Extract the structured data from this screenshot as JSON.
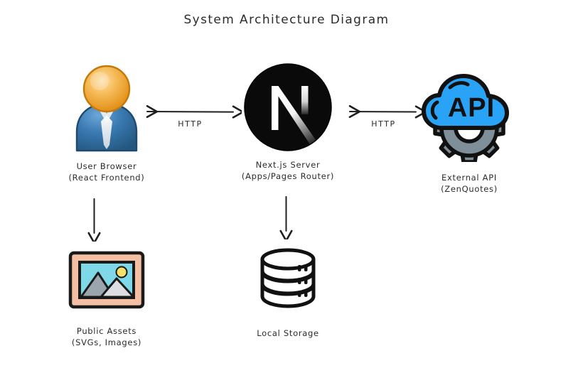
{
  "title": "System Architecture Diagram",
  "nodes": [
    {
      "id": "user-browser",
      "icon": "user-avatar-icon",
      "label": "User Browser\n(React Frontend)"
    },
    {
      "id": "nextjs-server",
      "icon": "nextjs-logo-icon",
      "label": "Next.js Server\n(Apps/Pages Router)"
    },
    {
      "id": "external-api",
      "icon": "api-cloud-gear-icon",
      "label": "External API\n(ZenQuotes)"
    },
    {
      "id": "public-assets",
      "icon": "image-picture-icon",
      "label": "Public Assets\n(SVGs, Images)"
    },
    {
      "id": "local-storage",
      "icon": "database-cylinder-icon",
      "label": "Local Storage"
    }
  ],
  "edges": [
    {
      "id": "browser-server",
      "from": "user-browser",
      "to": "nextjs-server",
      "label": "HTTP",
      "direction": "bidirectional"
    },
    {
      "id": "server-api",
      "from": "nextjs-server",
      "to": "external-api",
      "label": "HTTP",
      "direction": "bidirectional"
    },
    {
      "id": "browser-assets",
      "from": "user-browser",
      "to": "public-assets",
      "label": "",
      "direction": "down"
    },
    {
      "id": "server-storage",
      "from": "nextjs-server",
      "to": "local-storage",
      "label": "",
      "direction": "down"
    }
  ],
  "colors": {
    "background": "#ffffff",
    "ink": "#2b2b2b",
    "stroke": "#1a1a1a",
    "avatar_head": "#f0a029",
    "avatar_head_light": "#fbd08a",
    "avatar_body": "#2f6ca6",
    "avatar_body_light": "#5b9ad1",
    "nextjs_black": "#0a0a0a",
    "api_cloud_blue": "#29a3f5",
    "api_gear_gray": "#7e8f99",
    "assets_frame": "#f5bfa3",
    "assets_sky": "#7fd8e8",
    "assets_sun": "#f7e06a",
    "assets_mountain_dark": "#9aa5ad",
    "assets_mountain_light": "#dcdfe2"
  }
}
